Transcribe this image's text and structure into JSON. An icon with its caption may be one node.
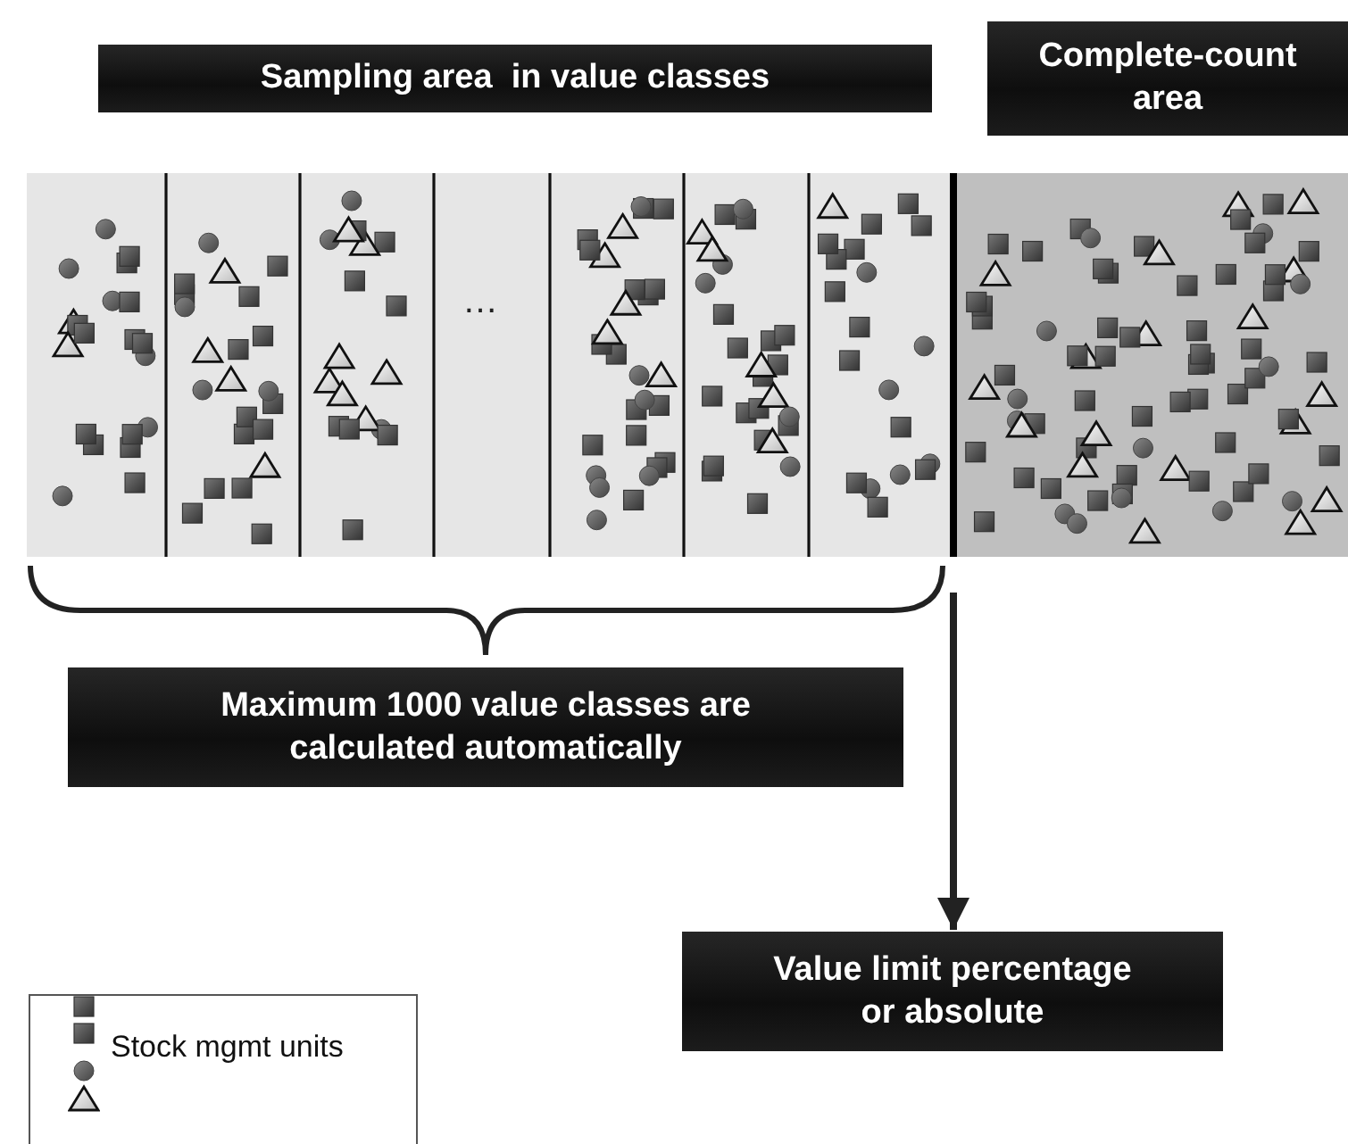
{
  "diagram": {
    "nodes": [
      {
        "text": [
          "Sampling area  in value classes"
        ]
      },
      {
        "text": [
          "Complete-count area"
        ]
      },
      {
        "text": [
          "Maximum 1000 value classes are calculated automatically"
        ]
      },
      {
        "text": [
          "Value limit percentage or absolute"
        ]
      },
      {
        "text": [],
        "shape": "bar"
      }
    ],
    "edges": [
      {
        "from": 4,
        "to": 3,
        "arrow": "to"
      }
    ],
    "labels": [
      "…"
    ],
    "legend": [
      {
        "text": "Stock mgmt units"
      }
    ]
  }
}
